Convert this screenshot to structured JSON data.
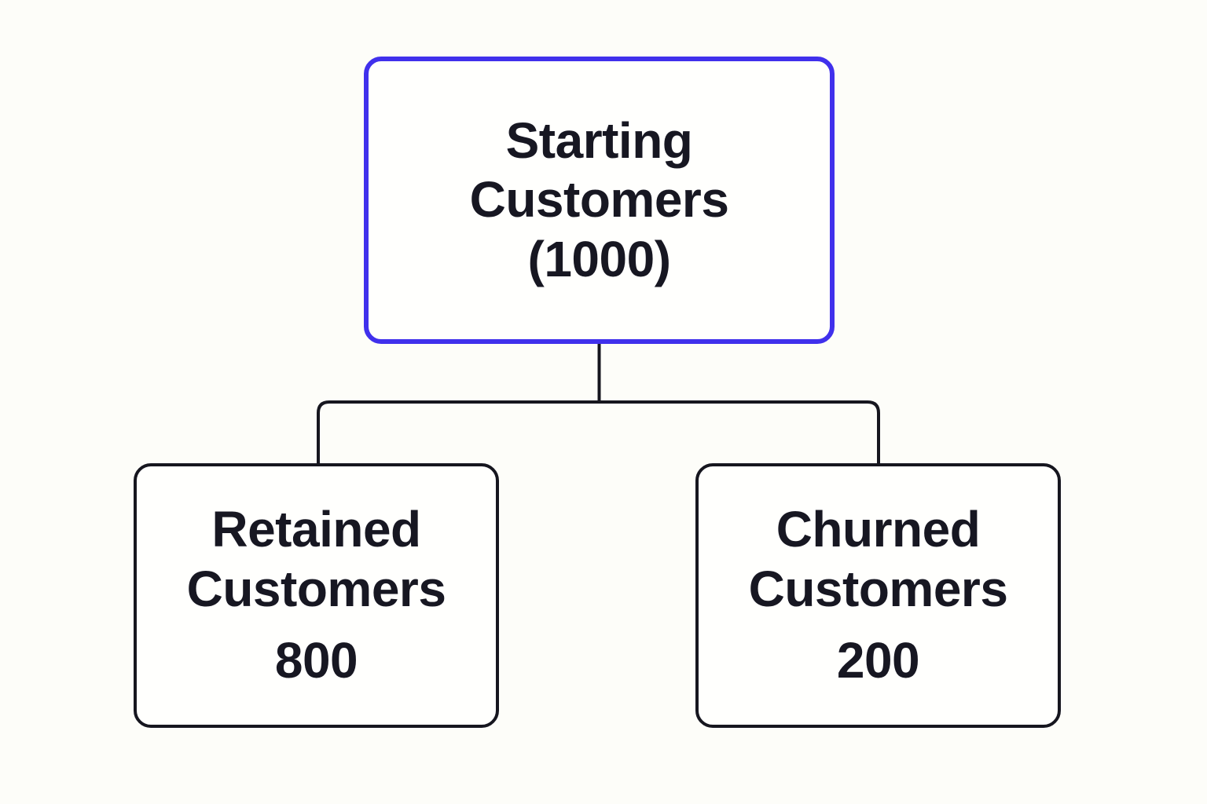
{
  "diagram": {
    "type": "flowchart",
    "background_color": "#fdfdf9",
    "line_color": "#16161f",
    "accent_border_color": "#4030ec",
    "node_border_color": "#16161f",
    "text_color": "#171722",
    "nodes": [
      {
        "id": "starting-customers",
        "title": "Starting Customers",
        "value": "(1000)",
        "highlighted": true
      },
      {
        "id": "retained-customers",
        "title": "Retained Customers",
        "value": "800",
        "highlighted": false
      },
      {
        "id": "churned-customers",
        "title": "Churned Customers",
        "value": "200",
        "highlighted": false
      }
    ],
    "edges": [
      {
        "from": "starting-customers",
        "to": "retained-customers"
      },
      {
        "from": "starting-customers",
        "to": "churned-customers"
      }
    ]
  }
}
